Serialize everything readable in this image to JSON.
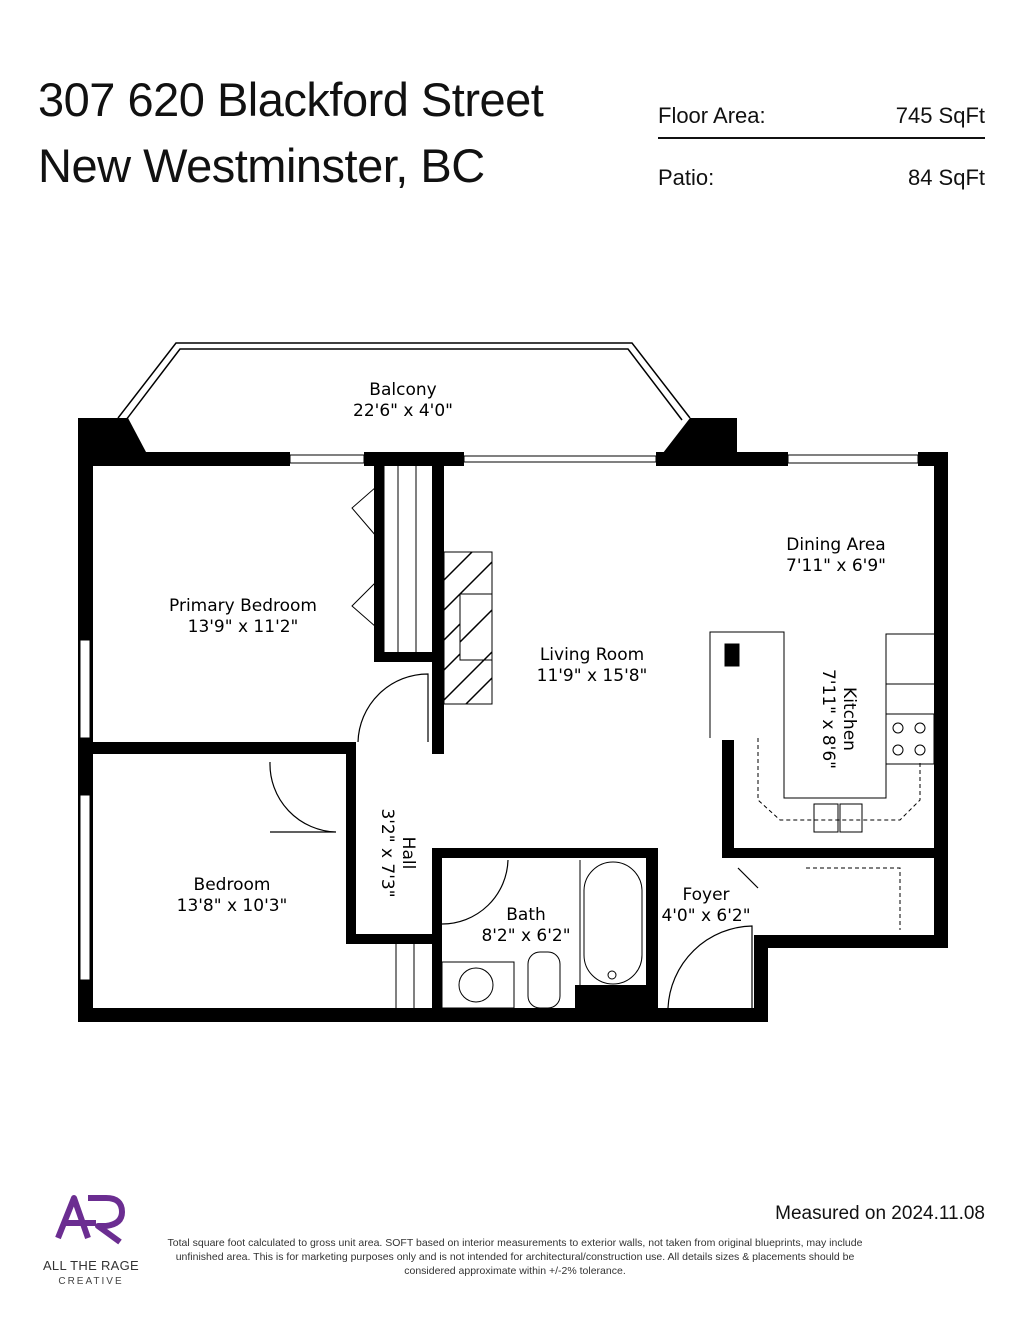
{
  "header": {
    "address_line1": "307 620 Blackford Street",
    "address_line2": "New Westminster, BC"
  },
  "stats": [
    {
      "label": "Floor Area:",
      "value": "745 SqFt"
    },
    {
      "label": "Patio:",
      "value": "84 SqFt"
    }
  ],
  "rooms": {
    "balcony": {
      "name": "Balcony",
      "size": "22'6\" x 4'0\""
    },
    "primary_bedroom": {
      "name": "Primary Bedroom",
      "size": "13'9\" x 11'2\""
    },
    "living_room": {
      "name": "Living Room",
      "size": "11'9\" x 15'8\""
    },
    "dining_area": {
      "name": "Dining Area",
      "size": "7'11\" x 6'9\""
    },
    "kitchen": {
      "name": "Kitchen",
      "size": "7'11\" x 8'6\""
    },
    "hall": {
      "name": "Hall",
      "size": "3'2\" x 7'3\""
    },
    "bedroom": {
      "name": "Bedroom",
      "size": "13'8\" x 10'3\""
    },
    "bath": {
      "name": "Bath",
      "size": "8'2\" x 6'2\""
    },
    "foyer": {
      "name": "Foyer",
      "size": "4'0\" x 6'2\""
    }
  },
  "footer": {
    "measured": "Measured on 2024.11.08",
    "disclaimer": "Total square foot calculated to gross unit area. SOFT based on interior measurements to exterior walls, not taken from original blueprints, may include unfinished area. This is for marketing purposes only and is not intended for architectural/construction use.  All details sizes & placements should be considered approximate within +/-2% tolerance.",
    "brand_name": "ALL THE RAGE",
    "brand_sub": "CREATIVE"
  },
  "colors": {
    "wall": "#000000",
    "logo": "#6b2d91",
    "text": "#111111"
  }
}
